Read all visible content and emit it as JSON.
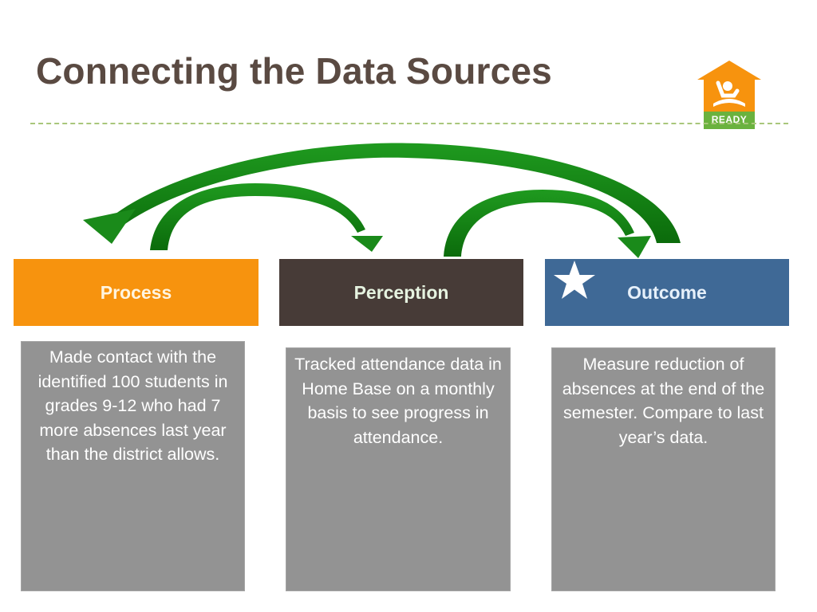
{
  "slide": {
    "title": "Connecting the Data Sources"
  },
  "logo": {
    "text": "READY",
    "icon": "school-house-reader-icon",
    "colors": {
      "house": "#f7930e",
      "banner": "#6ab23e"
    }
  },
  "columns": [
    {
      "header": "Process",
      "color": "#f7930e",
      "body": "Made contact with the identified 100 students in grades 9-12 who had 7 more absences last year than the district allows."
    },
    {
      "header": "Perception",
      "color": "#473b37",
      "body": "Tracked attendance data in Home Base on a monthly basis to see progress in attendance."
    },
    {
      "header": "Outcome",
      "color": "#3f6996",
      "icon": "star-icon",
      "body": "Measure reduction of absences at the end of the semester. Compare to last year’s data."
    }
  ],
  "connectors": [
    {
      "from": "Outcome",
      "to": "Process",
      "color": "#1a8a1a"
    },
    {
      "from": "Process",
      "to": "Perception",
      "color": "#1a8a1a"
    },
    {
      "from": "Perception",
      "to": "Outcome",
      "color": "#1a8a1a"
    }
  ]
}
